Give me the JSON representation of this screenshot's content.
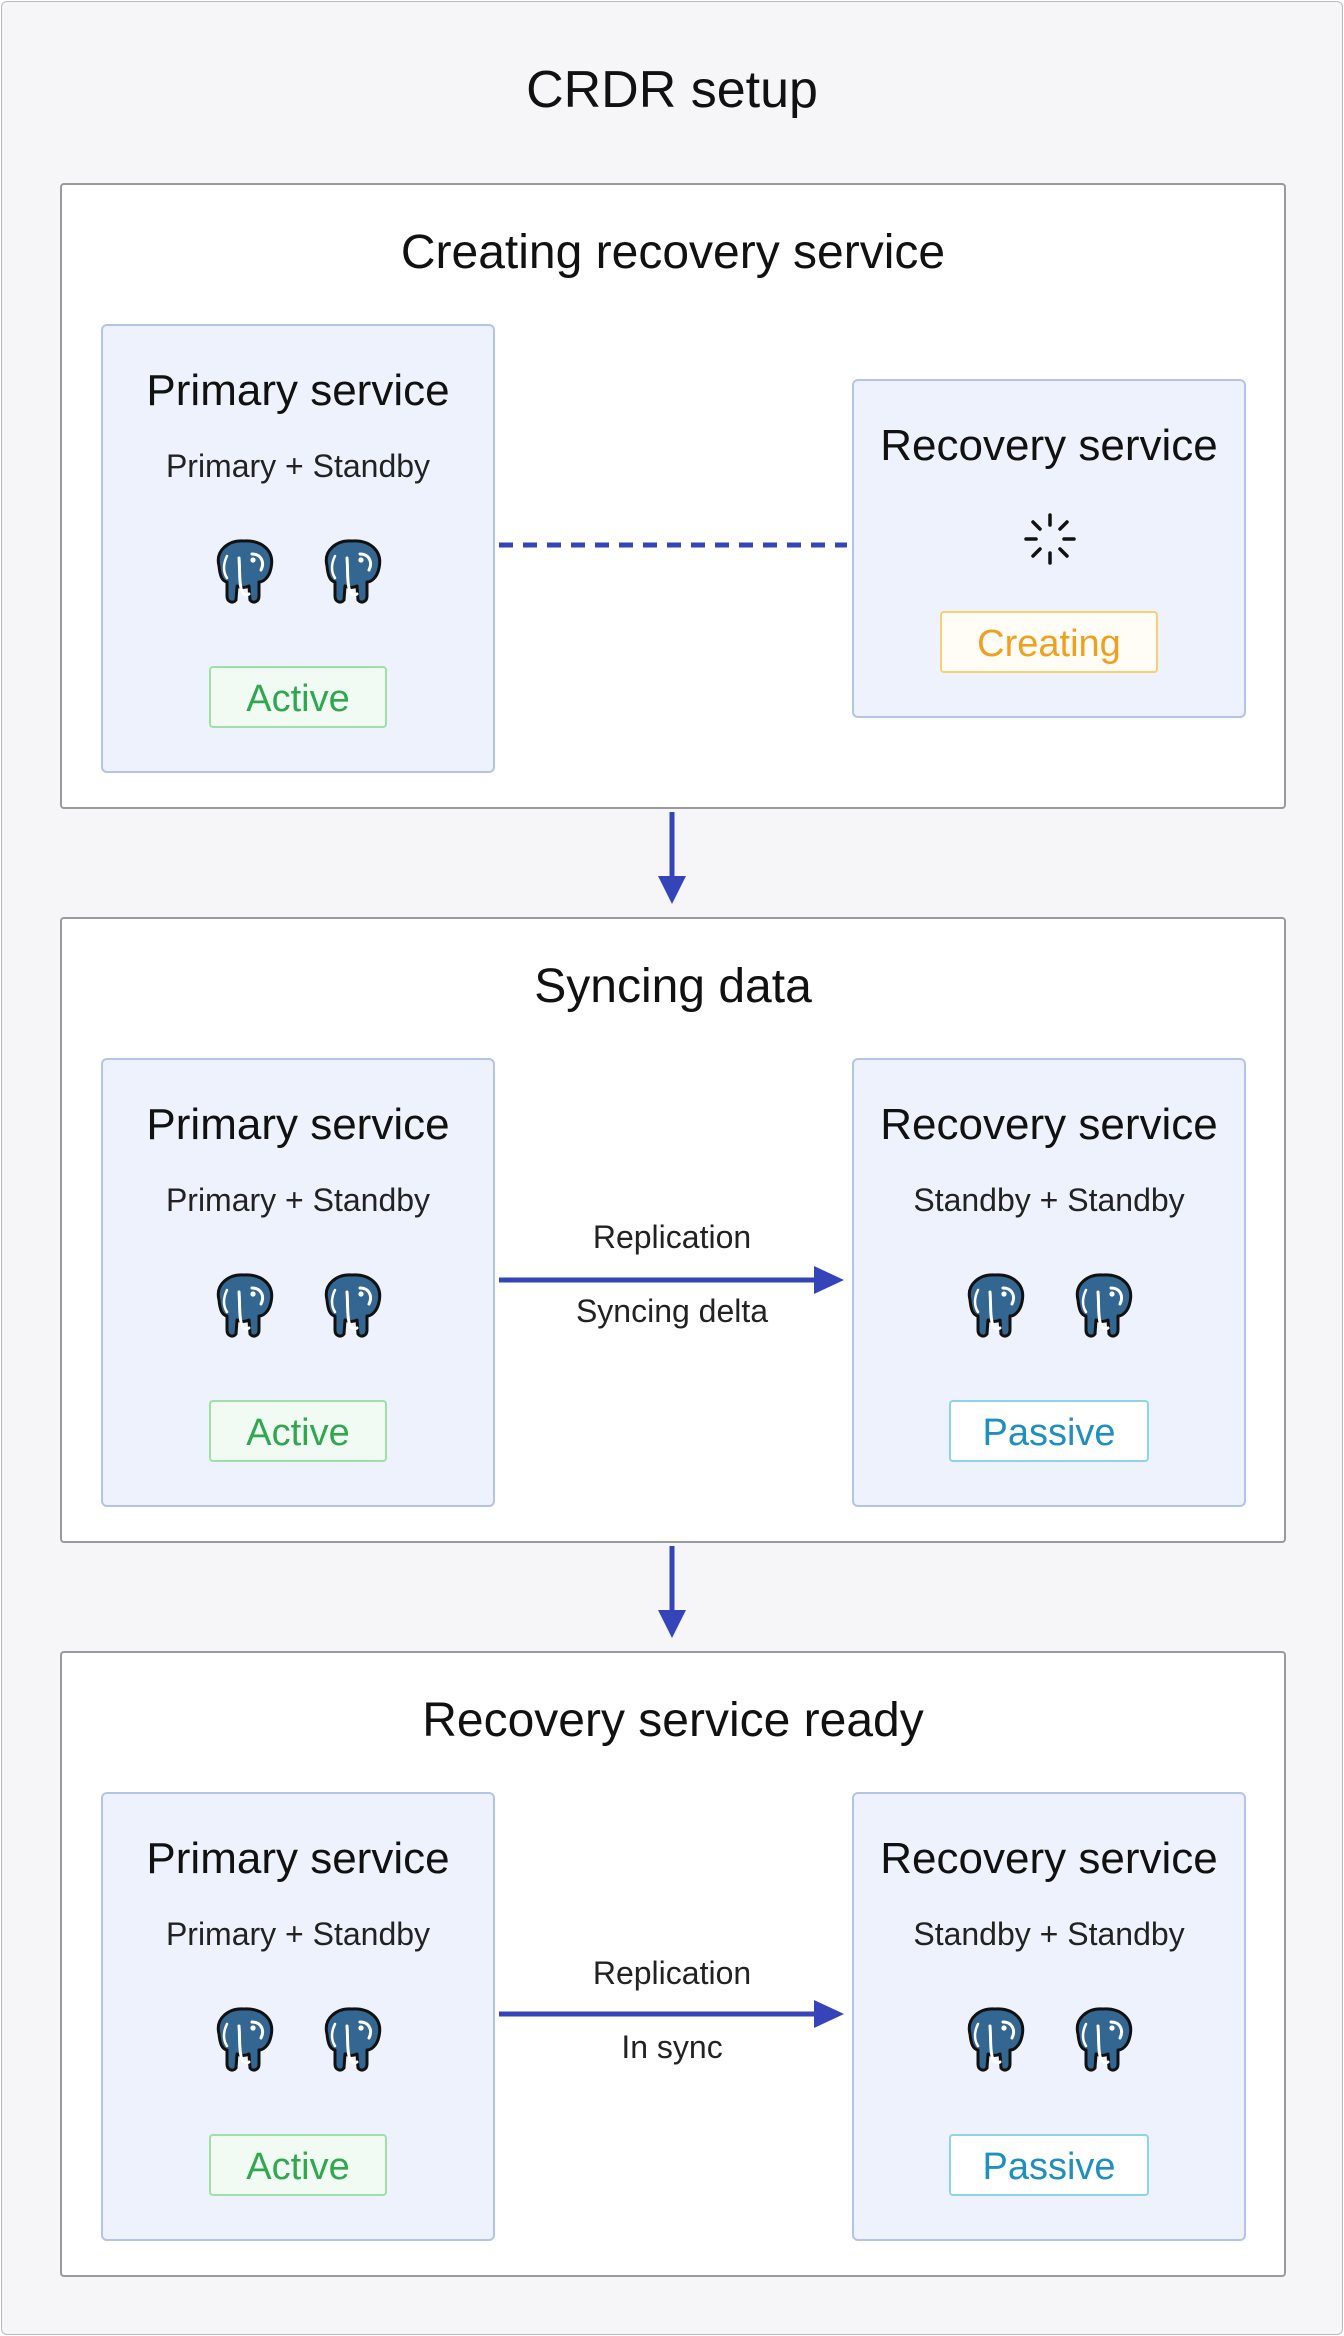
{
  "title": "CRDR setup",
  "colors": {
    "arrow": "#3544b8",
    "active": "#2fa84f",
    "passive": "#1f8fbf",
    "creating": "#f0a020",
    "elephant": "#336791"
  },
  "stages": [
    {
      "title": "Creating recovery service",
      "primary": {
        "title": "Primary service",
        "subtitle": "Primary + Standby",
        "status": "Active"
      },
      "recovery": {
        "title": "Recovery service",
        "status": "Creating",
        "icon": "loading-spinner-icon"
      },
      "connection": {
        "style": "dashed"
      }
    },
    {
      "title": "Syncing data",
      "primary": {
        "title": "Primary service",
        "subtitle": "Primary + Standby",
        "status": "Active"
      },
      "recovery": {
        "title": "Recovery service",
        "subtitle": "Standby + Standby",
        "status": "Passive"
      },
      "connection": {
        "style": "arrow",
        "label_top": "Replication",
        "label_bottom": "Syncing delta"
      }
    },
    {
      "title": "Recovery service ready",
      "primary": {
        "title": "Primary service",
        "subtitle": "Primary + Standby",
        "status": "Active"
      },
      "recovery": {
        "title": "Recovery service",
        "subtitle": "Standby + Standby",
        "status": "Passive"
      },
      "connection": {
        "style": "arrow",
        "label_top": "Replication",
        "label_bottom": "In sync"
      }
    }
  ]
}
